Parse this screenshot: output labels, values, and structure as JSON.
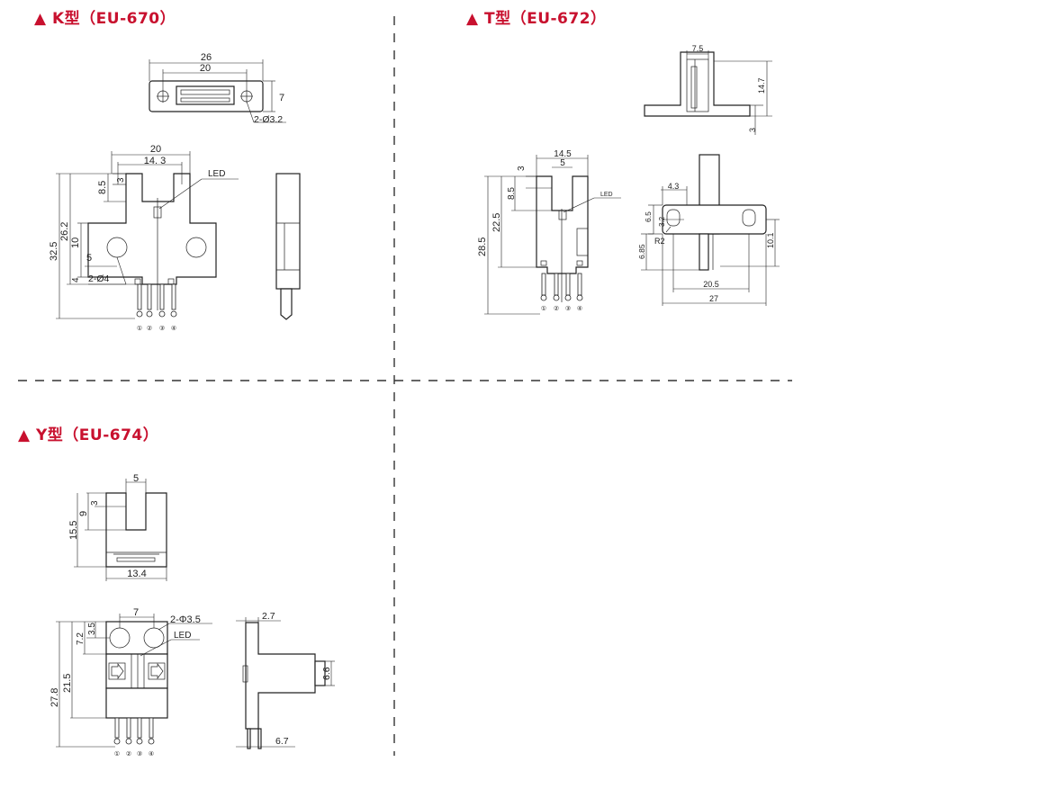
{
  "sections": {
    "k": {
      "title": "▲ K型（EU-670）"
    },
    "t": {
      "title": "▲ T型（EU-672）"
    },
    "y": {
      "title": "▲ Y型（EU-674）"
    }
  },
  "k_type": {
    "top_view": {
      "overall_width": "26",
      "hole_spacing": "20",
      "height": "7",
      "holes": "2-Ø3.2"
    },
    "front_view": {
      "width": "20",
      "slot_span": "14. 3",
      "gap": "3",
      "slot_depth": "8.5",
      "led": "LED",
      "total_height": "32.5",
      "body_height": "26.2",
      "mid_height": "10",
      "hole_height": "5",
      "base_height": "4",
      "holes": "2-Ø4"
    }
  },
  "t_type": {
    "top_view": {
      "width": "7.5",
      "height": "14.7",
      "base": "3"
    },
    "front_view": {
      "width": "14.5",
      "slot_width": "5",
      "gap": "3",
      "slot_depth": "8.5",
      "led": "LED",
      "total_height": "28.5",
      "body_height": "22.5"
    },
    "side_view": {
      "hole_offset": "4.3",
      "dim_65": "6.5",
      "dim_32": "3.2",
      "radius": "R2",
      "dim_685": "6.85",
      "hole_spacing": "20.5",
      "overall_width": "27",
      "height": "10.1"
    }
  },
  "y_type": {
    "top_view": {
      "slot_width": "5",
      "gap": "3",
      "slot_depth": "9",
      "height": "15.5",
      "width": "13.4"
    },
    "front_view": {
      "hole_spacing": "7",
      "holes": "2-Φ3.5",
      "led": "LED",
      "dim_35": "3.5",
      "dim_72": "7.2",
      "body_height": "21.5",
      "total_height": "27.8"
    },
    "side_view": {
      "top_thickness": "2.7",
      "tab_height": "6.6",
      "pin_offset": "6.7"
    }
  },
  "pin_labels": [
    "①",
    "②",
    "③",
    "④"
  ]
}
